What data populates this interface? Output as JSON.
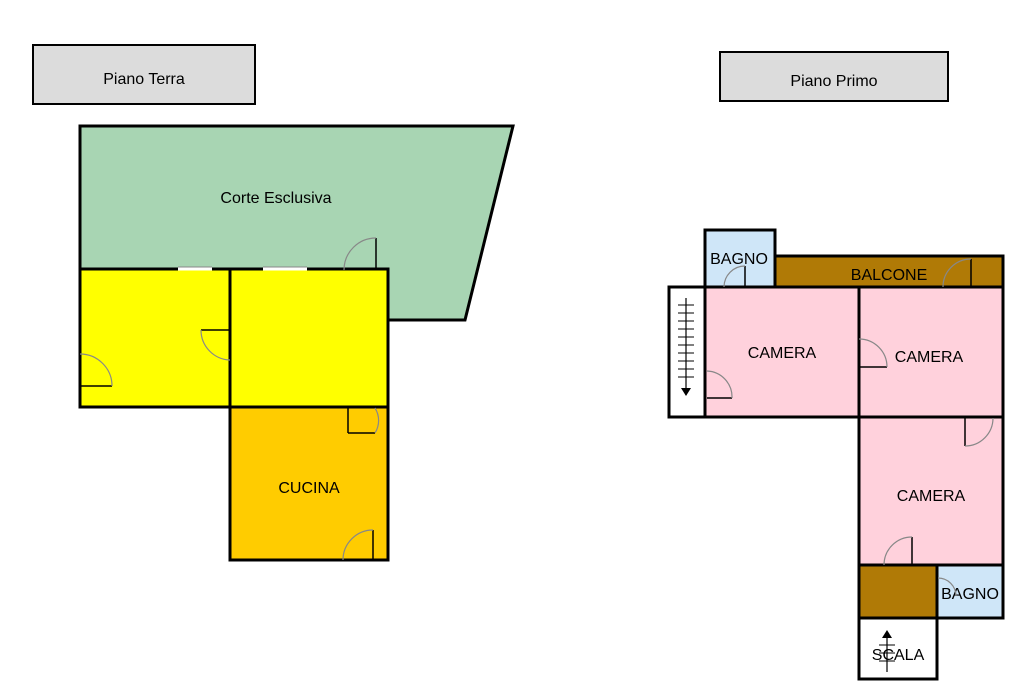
{
  "ground_floor": {
    "title": "Piano Terra",
    "rooms": {
      "corte": "Corte Esclusiva",
      "room_left": "",
      "room_right": "",
      "cucina": "CUCINA"
    }
  },
  "first_floor": {
    "title": "Piano Primo",
    "rooms": {
      "bagno_top": "BAGNO",
      "balcone": "BALCONE",
      "camera_1": "CAMERA",
      "camera_2": "CAMERA",
      "camera_3": "CAMERA",
      "bagno_bottom": "BAGNO",
      "scala": "SCALA"
    }
  },
  "colors": {
    "corte": "#a8d5b3",
    "yellow_room": "#ffff00",
    "cucina": "#ffcc00",
    "camera": "#ffd1dc",
    "bagno": "#cfe6f8",
    "balcone": "#b07a06",
    "title_box": "#dcdcdc"
  },
  "icons": [
    "door-swing-icon",
    "stair-arrow-icon"
  ]
}
